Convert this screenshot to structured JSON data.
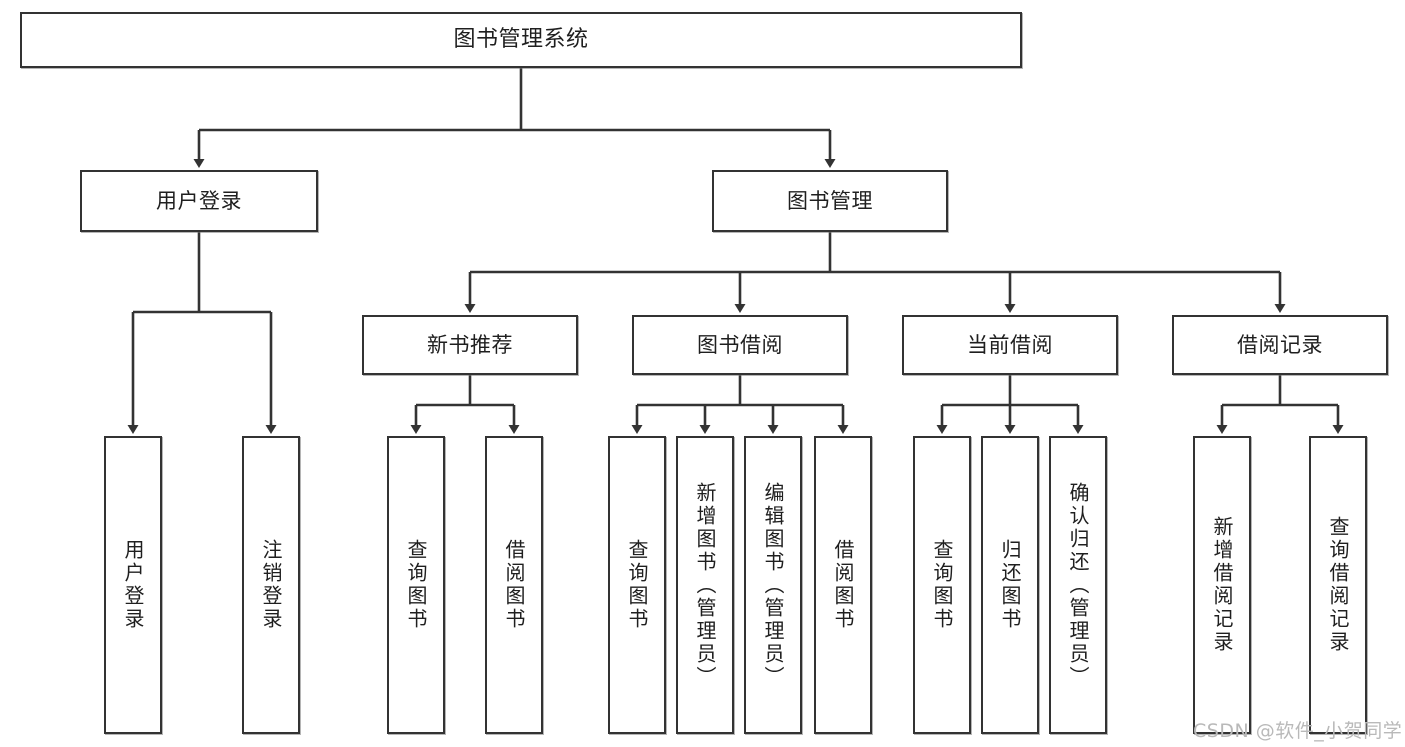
{
  "diagram": {
    "type": "tree-hierarchy-chart",
    "title": "图书管理系统",
    "colors": {
      "box_border": "#333333",
      "box_fill": "#ffffff",
      "edge": "#333333",
      "text": "#1f1f1f",
      "watermark": "#b9b9b9",
      "background": "#ffffff"
    },
    "root": {
      "label": "图书管理系统"
    },
    "level2": [
      {
        "label": "用户登录"
      },
      {
        "label": "图书管理"
      }
    ],
    "level3": [
      {
        "label": "新书推荐"
      },
      {
        "label": "图书借阅"
      },
      {
        "label": "当前借阅"
      },
      {
        "label": "借阅记录"
      }
    ],
    "leaves": {
      "user_login": [
        {
          "label": "用户登录"
        },
        {
          "label": "注销登录"
        }
      ],
      "new_book_recommend": [
        {
          "label": "查询图书"
        },
        {
          "label": "借阅图书"
        }
      ],
      "book_borrow": [
        {
          "label": "查询图书"
        },
        {
          "label": "新增图书（管理员）"
        },
        {
          "label": "编辑图书（管理员）"
        },
        {
          "label": "借阅图书"
        }
      ],
      "current_borrow": [
        {
          "label": "查询图书"
        },
        {
          "label": "归还图书"
        },
        {
          "label": "确认归还（管理员）"
        }
      ],
      "borrow_record": [
        {
          "label": "新增借阅记录"
        },
        {
          "label": "查询借阅记录"
        }
      ]
    }
  },
  "watermark": {
    "text": "CSDN @软件_小贺同学"
  }
}
